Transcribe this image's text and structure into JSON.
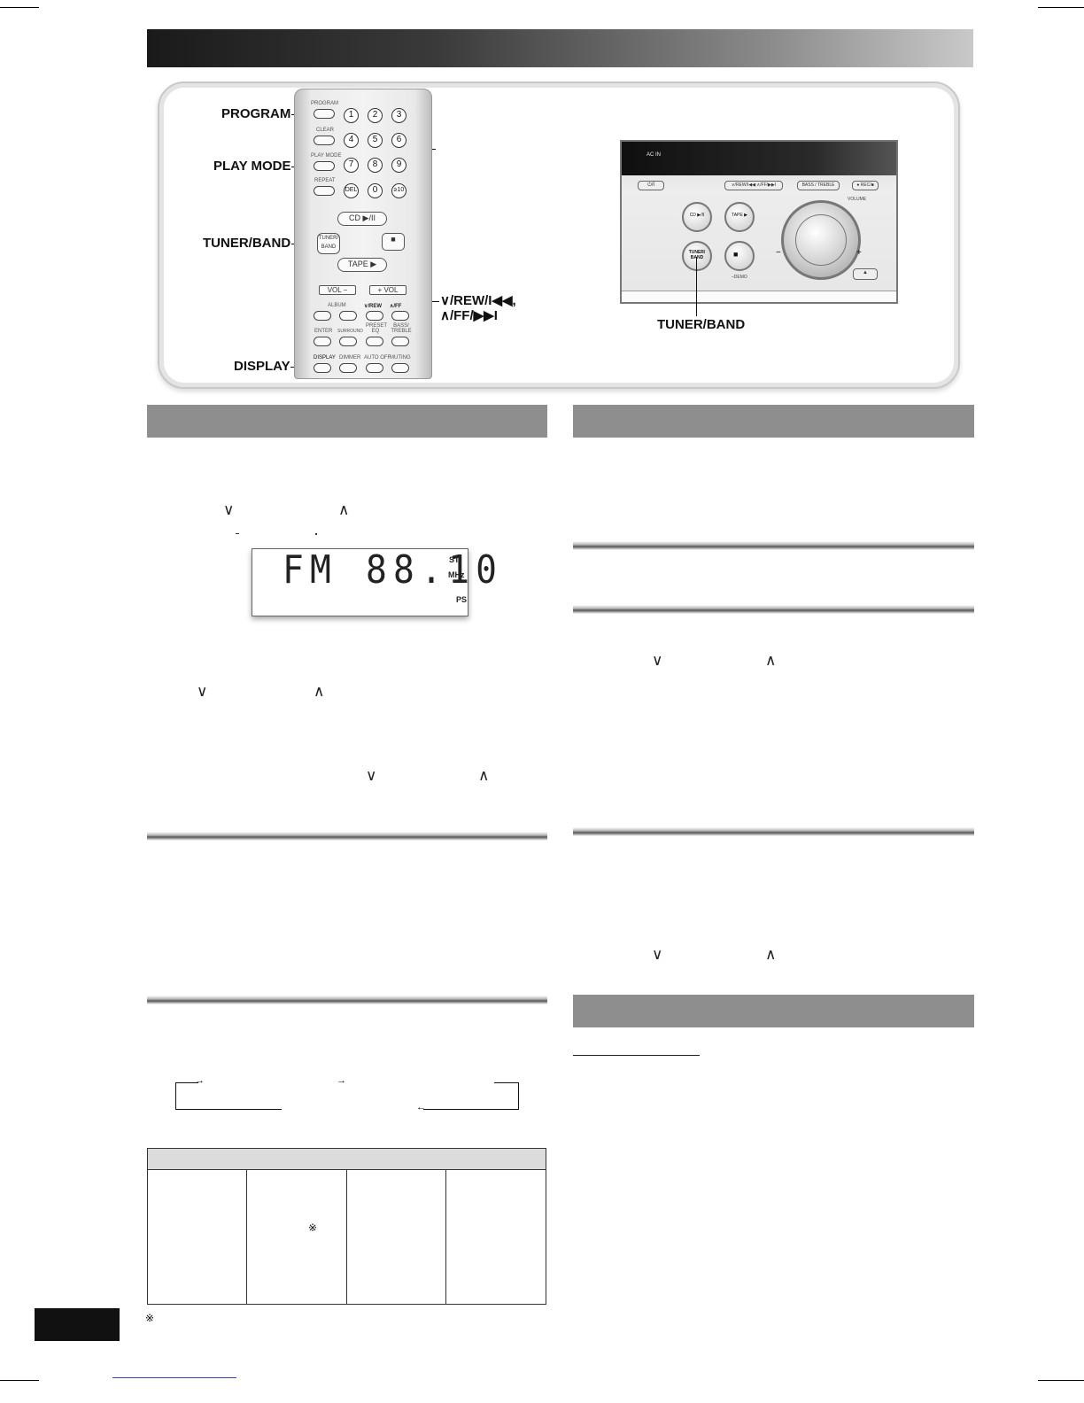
{
  "callouts": {
    "program": "PROGRAM",
    "play_mode": "PLAY MODE",
    "tuner_band": "TUNER/BAND",
    "display": "DISPLAY",
    "rew": "∨/REW/I◀◀,",
    "ff": "∧/FF/▶▶I",
    "unit_tuner_band": "TUNER/BAND"
  },
  "remote": {
    "program": "PROGRAM",
    "clear": "CLEAR",
    "play_mode": "PLAY MODE",
    "repeat": "REPEAT",
    "del": "DEL",
    "numbers": [
      "1",
      "2",
      "3",
      "4",
      "5",
      "6",
      "7",
      "8",
      "9",
      "0",
      "≥10"
    ],
    "cd": "CD ▶/II",
    "tuner_band": "TUNER/ BAND",
    "stop": "■",
    "tape": "TAPE ▶",
    "vol_minus": "VOL −",
    "vol_plus": "+ VOL",
    "album": "ALBUM",
    "rew": "∨/REW",
    "ff": "∧/FF",
    "enter": "ENTER",
    "surround": "SURROUND",
    "preset_eq": "PRESET EQ",
    "bass_treble": "BASS/ TREBLE",
    "display": "DISPLAY",
    "dimmer": "DIMMER",
    "auto_off": "AUTO OFF",
    "muting": "MUTING"
  },
  "unit": {
    "ac_in": "AC IN",
    "power": "⏻/I",
    "skip_buttons": "∨/REW/I◀◀  ∧/FF/▶▶I",
    "bass_treble": "BASS / TREBLE",
    "rec": "● REC/■",
    "volume": "VOLUME",
    "cd": "CD ▶/II",
    "tape": "TAPE ▶",
    "tuner_band": "TUNER/ BAND",
    "stop": "■",
    "demo": "–DEMO",
    "minus": "−",
    "plus": "+",
    "eject": "▲"
  },
  "lcd": {
    "band": "FM",
    "frequency": "88.10",
    "st": "ST",
    "mhz": "MHz",
    "ps": "PS"
  },
  "glyphs": {
    "down": "∨",
    "up": "∧",
    "note_mark": "※",
    "arrow_right": "→",
    "arrow_left": "←"
  }
}
